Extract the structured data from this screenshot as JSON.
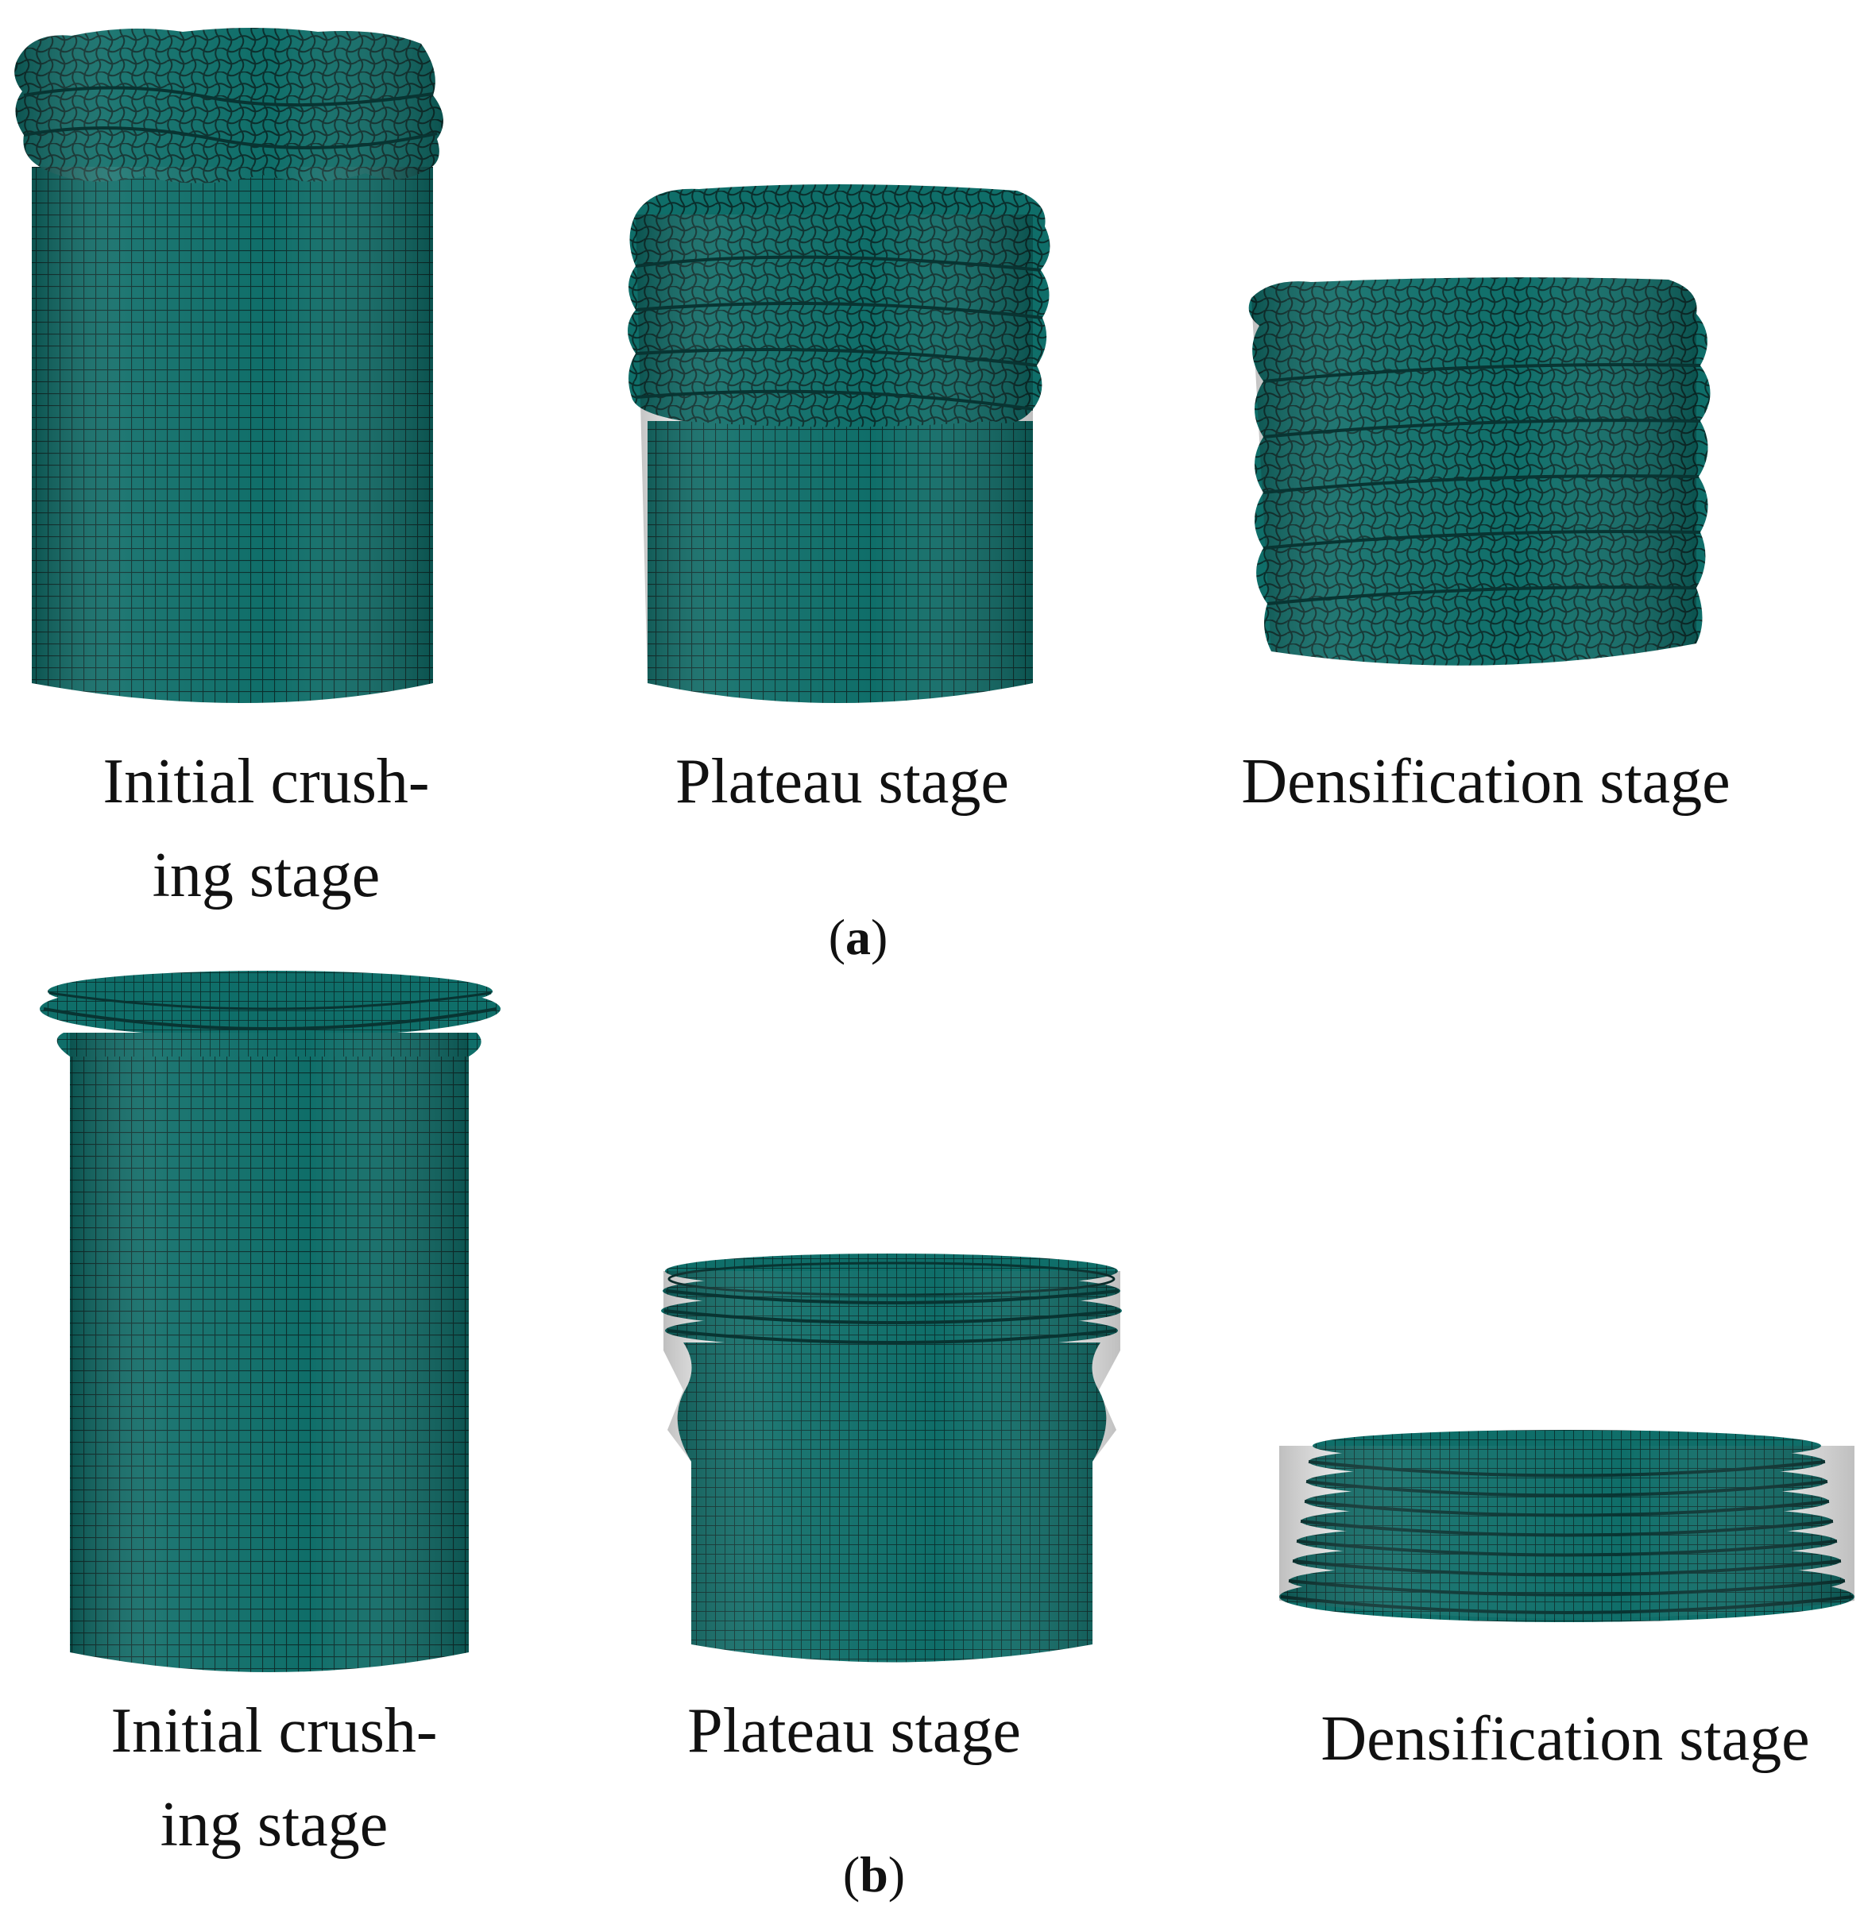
{
  "colors": {
    "mesh_fill": "#0f6e69",
    "mesh_line": "#0a2e2c",
    "background": "#ffffff"
  },
  "panels": [
    {
      "label": "a",
      "captions": [
        "Initial crush-\ning stage",
        "Plateau stage",
        "Densification stage"
      ]
    },
    {
      "label": "b",
      "captions": [
        "Initial crush-\ning stage",
        "Plateau stage",
        "Densification stage"
      ]
    }
  ]
}
